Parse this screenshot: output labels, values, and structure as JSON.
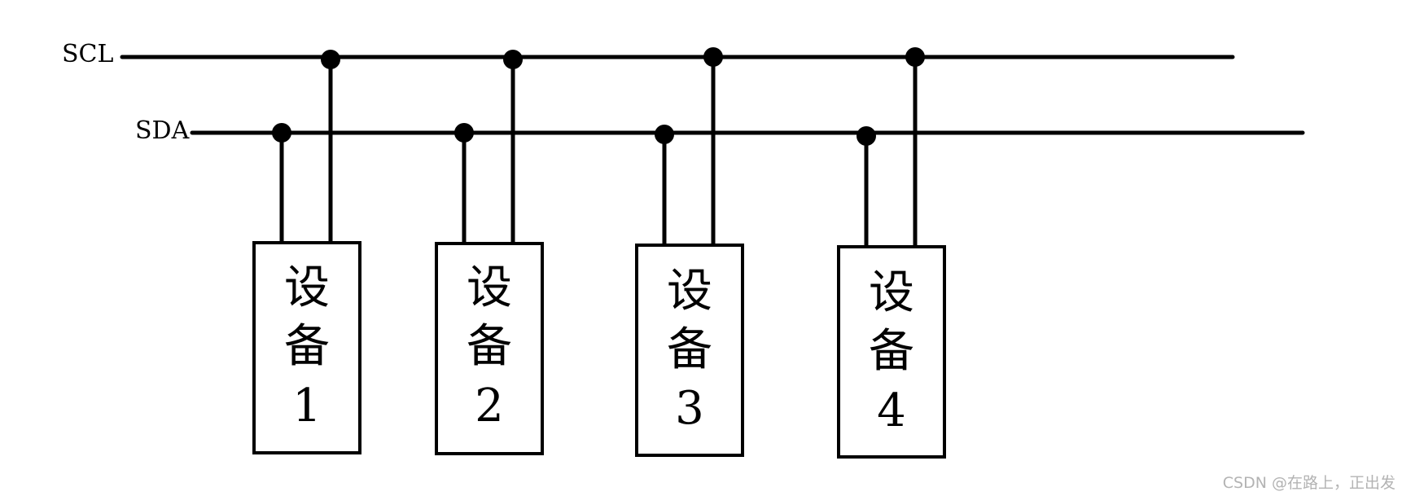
{
  "buses": {
    "scl": {
      "label": "SCL"
    },
    "sda": {
      "label": "SDA"
    }
  },
  "devices": [
    {
      "line1": "设",
      "line2": "备",
      "line3": "1"
    },
    {
      "line1": "设",
      "line2": "备",
      "line3": "2"
    },
    {
      "line1": "设",
      "line2": "备",
      "line3": "3"
    },
    {
      "line1": "设",
      "line2": "备",
      "line3": "4"
    }
  ],
  "watermark": "CSDN @在路上，正出发",
  "colors": {
    "line": "#000000",
    "watermark": "#b3b3b3"
  }
}
